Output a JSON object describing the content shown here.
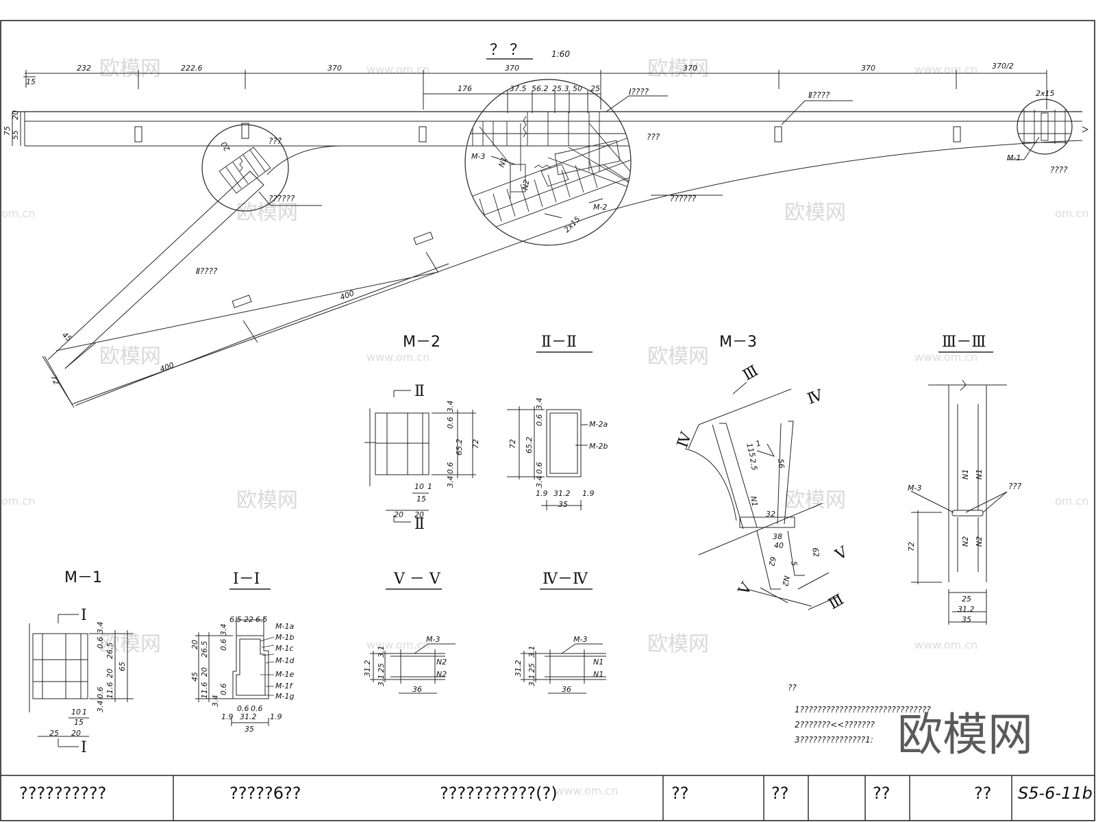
{
  "drawing": {
    "header": {
      "title": "？ ？",
      "scale": "1:60"
    },
    "top_dims": [
      "232",
      "222.6",
      "370",
      "370",
      "370",
      "370",
      "370/2"
    ],
    "small_dims": [
      "15",
      "75",
      "55",
      "20"
    ],
    "sub_dims": [
      "176",
      "37.5",
      "56.2",
      "25.3",
      "50",
      "25"
    ],
    "dim_2x15": "2x15",
    "labels": {
      "sec1": "Ⅰ????",
      "sec2": "Ⅱ????",
      "sec3": "Ⅱ????",
      "q3a": "???",
      "q3b": "???",
      "q6a": "??????",
      "q6b": "??????",
      "q4": "????",
      "m1": "M-1",
      "m2": "M-2",
      "m3": "M-3",
      "n1": "N1",
      "n2": "N2",
      "d20": "20",
      "d45": "45",
      "d72": "72",
      "d400a": "400",
      "d400b": "400"
    },
    "sections": {
      "m2": {
        "title": "M－2",
        "dims": [
          "3.4",
          "0.6",
          "65.2",
          "72",
          "0.6",
          "3.4",
          "10",
          "1",
          "15",
          "20",
          "20"
        ],
        "mark": "Ⅱ"
      },
      "s22": {
        "title": "Ⅱ－Ⅱ",
        "dims": [
          "3.4",
          "0.6",
          "65.2",
          "72",
          "0.6",
          "3.4",
          "1.9",
          "31.2",
          "1.9",
          "35"
        ],
        "labels": [
          "M-2a",
          "M-2b"
        ]
      },
      "m3": {
        "title": "M－3",
        "dims": [
          "115",
          "2.5",
          "56",
          "32",
          "38",
          "40",
          "62",
          "62",
          "5",
          "1"
        ],
        "marks": [
          "Ⅲ",
          "Ⅳ",
          "Ⅳ",
          "Ⅴ",
          "Ⅴ",
          "Ⅲ"
        ],
        "labels": [
          "N1",
          "N2"
        ]
      },
      "s33": {
        "title": "Ⅲ－Ⅲ",
        "dims": [
          "72",
          "25",
          "31.2",
          "35"
        ],
        "labels": [
          "M-3",
          "N1",
          "N1",
          "N2",
          "N2",
          "???"
        ]
      },
      "m1": {
        "title": "M－1",
        "dims": [
          "3.4",
          "0.6",
          "26.5",
          "20",
          "65",
          "11.6",
          "0.6",
          "3.4",
          "10",
          "1",
          "15",
          "25",
          "20"
        ],
        "mark": "Ⅰ"
      },
      "s11": {
        "title": "Ⅰ－Ⅰ",
        "dims": [
          "6.5",
          "22",
          "6.5",
          "3.4",
          "0.6",
          "26.5",
          "20",
          "20",
          "45",
          "11.6",
          "0.6",
          "3.4",
          "1.9",
          "0.6",
          "0.6",
          "31.2",
          "1.9",
          "35"
        ],
        "labels": [
          "M-1a",
          "M-1b",
          "M-1c",
          "M-1d",
          "M-1e",
          "M-1f",
          "M-1g"
        ]
      },
      "s55": {
        "title": "Ⅴ － Ⅴ",
        "dims": [
          "31.2",
          "3.1",
          "25",
          "3.1",
          "36"
        ],
        "labels": [
          "M-3",
          "N2",
          "N2"
        ]
      },
      "s44": {
        "title": "Ⅳ－Ⅳ",
        "dims": [
          "31.2",
          "3.1",
          "25",
          "3.1",
          "36"
        ],
        "labels": [
          "M-3",
          "N1",
          "N1"
        ]
      }
    },
    "notes": {
      "heading": "??",
      "lines": [
        "1??????????????????????????????",
        "2???????<<???????",
        "3???????????????1:"
      ]
    },
    "title_block": [
      "??????????",
      "?????6??",
      "???????????(?)",
      "??",
      "??",
      "??",
      "??",
      "S5-6-11b"
    ],
    "watermark": {
      "logo": "欧模网",
      "url": "www.om.cn",
      "url2": "om.cn"
    }
  }
}
